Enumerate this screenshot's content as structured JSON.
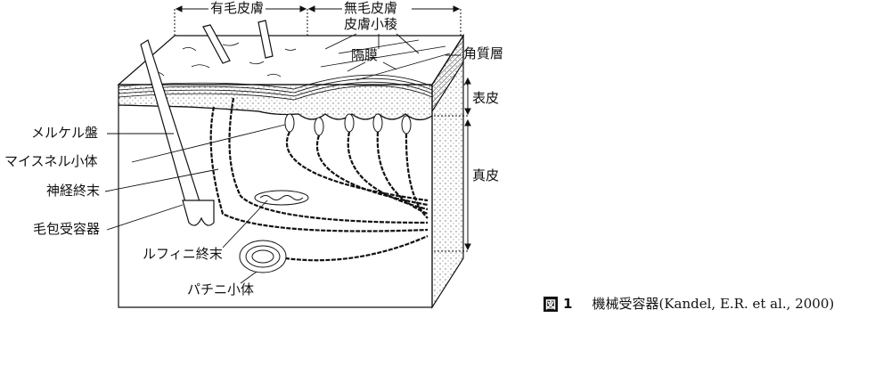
{
  "top_labels": {
    "hairy_skin": "有毛皮膚",
    "glabrous_skin": "無毛皮膚",
    "papillary_ridge": "皮膚小稜",
    "septum": "隔膜"
  },
  "layer_labels": {
    "stratum_corneum": "角質層",
    "epidermis": "表皮",
    "dermis": "真皮"
  },
  "receptor_labels": {
    "merkel": "メルケル盤",
    "meissner": "マイスネル小体",
    "free_nerve": "神経終末",
    "hair_follicle": "毛包受容器",
    "ruffini": "ルフィニ終末",
    "pacinian": "パチニ小体"
  },
  "caption": {
    "figure_label": "図",
    "figure_number": "1",
    "title": "機械受容器",
    "source": "(Kandel, E.R. et al., 2000)"
  }
}
